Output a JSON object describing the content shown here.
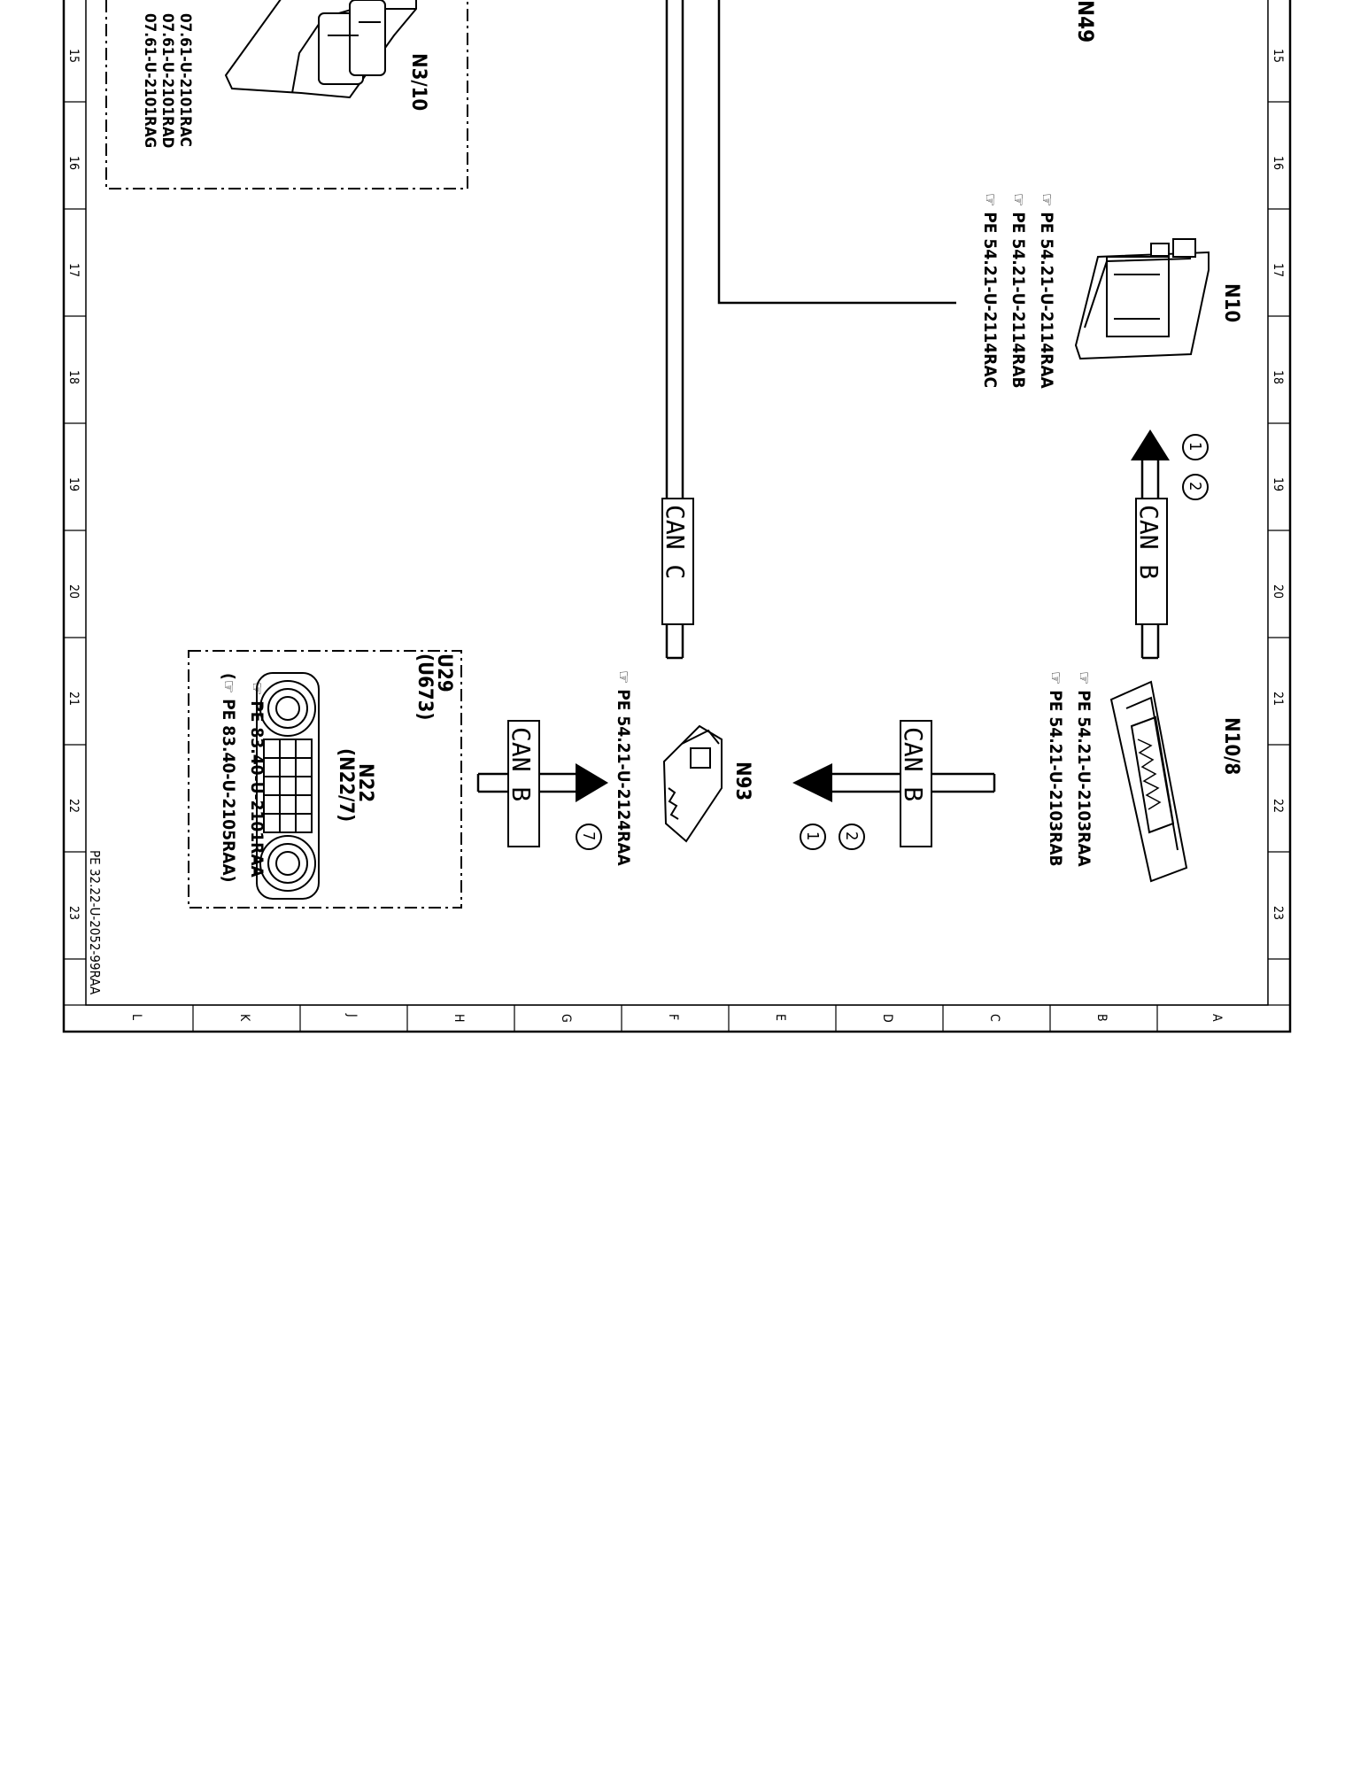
{
  "grid": {
    "columns": [
      "15",
      "16",
      "17",
      "18",
      "19",
      "20",
      "21",
      "22",
      "23"
    ],
    "rows": [
      "L",
      "K",
      "J",
      "H",
      "G",
      "F",
      "E",
      "D",
      "C",
      "B",
      "A"
    ]
  },
  "drawing_ref": "PE 32.22-U-2052-99RAA",
  "components": {
    "n49": {
      "id": "N49"
    },
    "n3_10": {
      "id": "N3/10",
      "refs": [
        "07.61-U-2101RAC",
        "07.61-U-2101RAD",
        "07.61-U-2101RAG"
      ]
    },
    "n10": {
      "id": "N10",
      "refs": [
        "PE  54.21-U-2114RAA",
        "PE  54.21-U-2114RAB",
        "PE  54.21-U-2114RAC"
      ]
    },
    "n10_8": {
      "id": "N10/8",
      "refs": [
        "PE  54.21-U-2103RAA",
        "PE  54.21-U-2103RAB"
      ]
    },
    "n93": {
      "id": "N93",
      "refs": [
        "PE  54.21-U-2124RAA"
      ]
    },
    "n22": {
      "id_line1": "N22",
      "id_line2": "(N22/7)",
      "u29": "U29",
      "u673": "(U673)",
      "refs": [
        "PE  83.40-U-2101RAA",
        "PE  83.40-U-2105RAA"
      ]
    }
  },
  "buses": {
    "can_b_top": "CAN B",
    "can_c": "CAN C",
    "can_b_mid": "CAN B",
    "can_b_left": "CAN B"
  },
  "circles": {
    "top": [
      "1",
      "2"
    ],
    "mid": [
      "2",
      "1"
    ],
    "left": [
      "7"
    ]
  }
}
